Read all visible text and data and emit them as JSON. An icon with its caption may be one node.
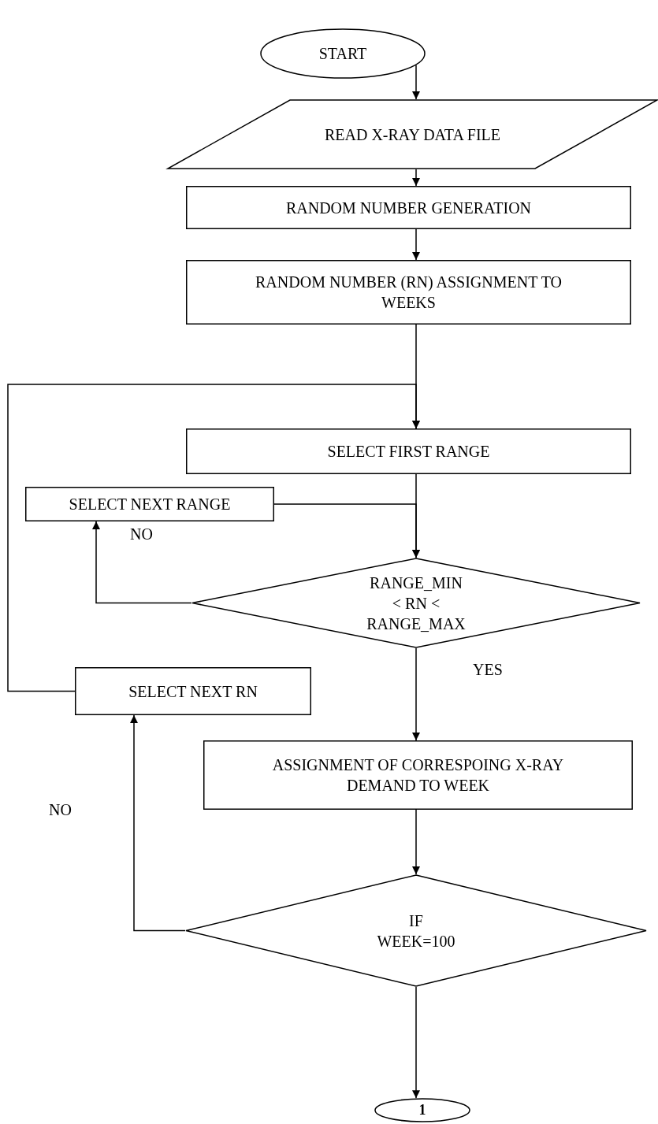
{
  "diagram": {
    "nodes": [
      {
        "text": [
          "START"
        ]
      },
      {
        "text": [
          "READ X-RAY DATA FILE"
        ]
      },
      {
        "text": [
          "RANDOM NUMBER GENERATION"
        ]
      },
      {
        "text": [
          "RANDOM NUMBER (RN) ASSIGNMENT TO WEEKS"
        ]
      },
      {
        "text": [
          "SELECT FIRST RANGE"
        ]
      },
      {
        "text": [
          "SELECT NEXT RANGE"
        ]
      },
      {
        "text": [
          "RANGE_MIN < RN < RANGE_MAX"
        ]
      },
      {
        "text": [
          "SELECT NEXT RN"
        ]
      },
      {
        "text": [
          "ASSIGNMENT OF CORRESPOING X-RAY DEMAND TO WEEK"
        ]
      },
      {
        "text": [
          "IF WEEK=100"
        ]
      },
      {
        "text": [
          "1"
        ]
      }
    ],
    "edges": [
      {
        "from": 0,
        "to": 1,
        "arrow": "to"
      },
      {
        "from": 1,
        "to": 2,
        "arrow": "to"
      },
      {
        "from": 2,
        "to": 3,
        "arrow": "to"
      },
      {
        "from": 3,
        "to": 4,
        "arrow": "to"
      },
      {
        "from": 7,
        "to": 4,
        "arrow": "to"
      },
      {
        "from": 4,
        "to": 6,
        "arrow": "to"
      },
      {
        "from": 5,
        "to": 6,
        "arrow": "to"
      },
      {
        "from": 6,
        "to": 5,
        "arrow": "to",
        "label": "NO"
      },
      {
        "from": 6,
        "to": 8,
        "arrow": "to",
        "label": "YES"
      },
      {
        "from": 8,
        "to": 9,
        "arrow": "to"
      },
      {
        "from": 9,
        "to": 7,
        "arrow": "to",
        "label": "NO"
      },
      {
        "from": 9,
        "to": 10,
        "arrow": "to"
      }
    ]
  }
}
